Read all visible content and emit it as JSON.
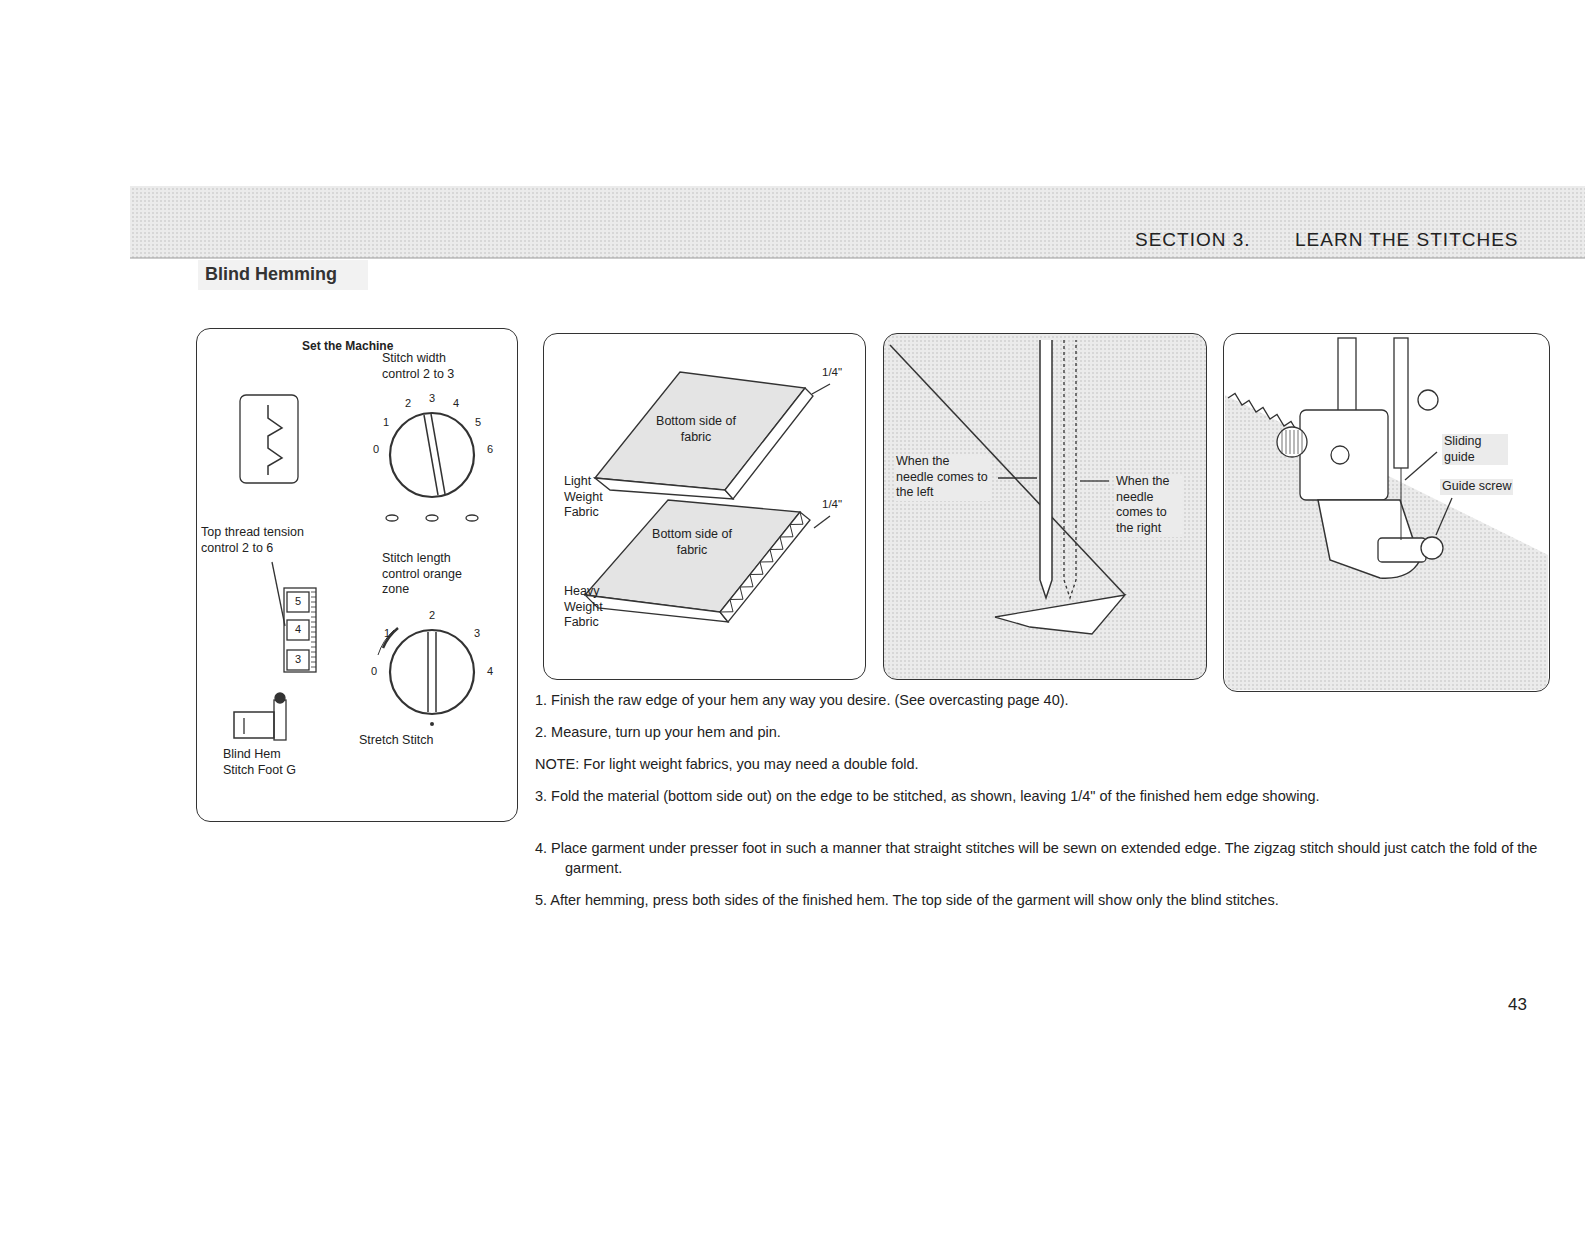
{
  "diagram": {
    "title": "Blind Hemming",
    "nodes": [
      {
        "text": [
          "SECTION 3.",
          "LEARN THE STITCHES"
        ]
      },
      {
        "text": [
          "Set the Machine",
          "Stitch width control 2 to 3",
          "Top thread tension control 2 to 6",
          "Stitch length control orange zone",
          "Stretch Stitch",
          "Blind Hem Stitch Foot G"
        ]
      },
      {
        "text": [
          "Light Weight Fabric",
          "Heavy Weight Fabric"
        ]
      },
      {
        "text": [
          "Bottom side of fabric"
        ],
        "in": 2
      },
      {
        "text": [
          "Bottom side of fabric"
        ],
        "in": 2
      },
      {
        "text": [
          "When the needle comes to the left",
          "When the needle comes to the right"
        ]
      },
      {
        "text": [
          "Sliding guide",
          "Guide screw"
        ]
      }
    ],
    "labels": [
      "0",
      "1",
      "2",
      "3",
      "4",
      "5",
      "6",
      "5",
      "4",
      "3",
      "0",
      "1",
      "2",
      "3",
      "4",
      "1/4\"",
      "1/4\"",
      "1. Finish the raw edge of your hem any way you desire. (See overcasting page 40).",
      "2. Measure, turn up your hem and pin.",
      "NOTE: For light weight fabrics, you may need a double fold.",
      "3. Fold the material (bottom side out) on the edge to be stitched, as shown, leaving 1/4\" of the finished hem edge showing.",
      "4. Place garment under presser foot in such a manner that straight stitches will be sewn on extended edge. The zigzag stitch should just catch the fold of the garment.",
      "5. After hemming, press both sides of the finished hem. The top side of the garment will show only the blind stitches.",
      "43"
    ]
  }
}
